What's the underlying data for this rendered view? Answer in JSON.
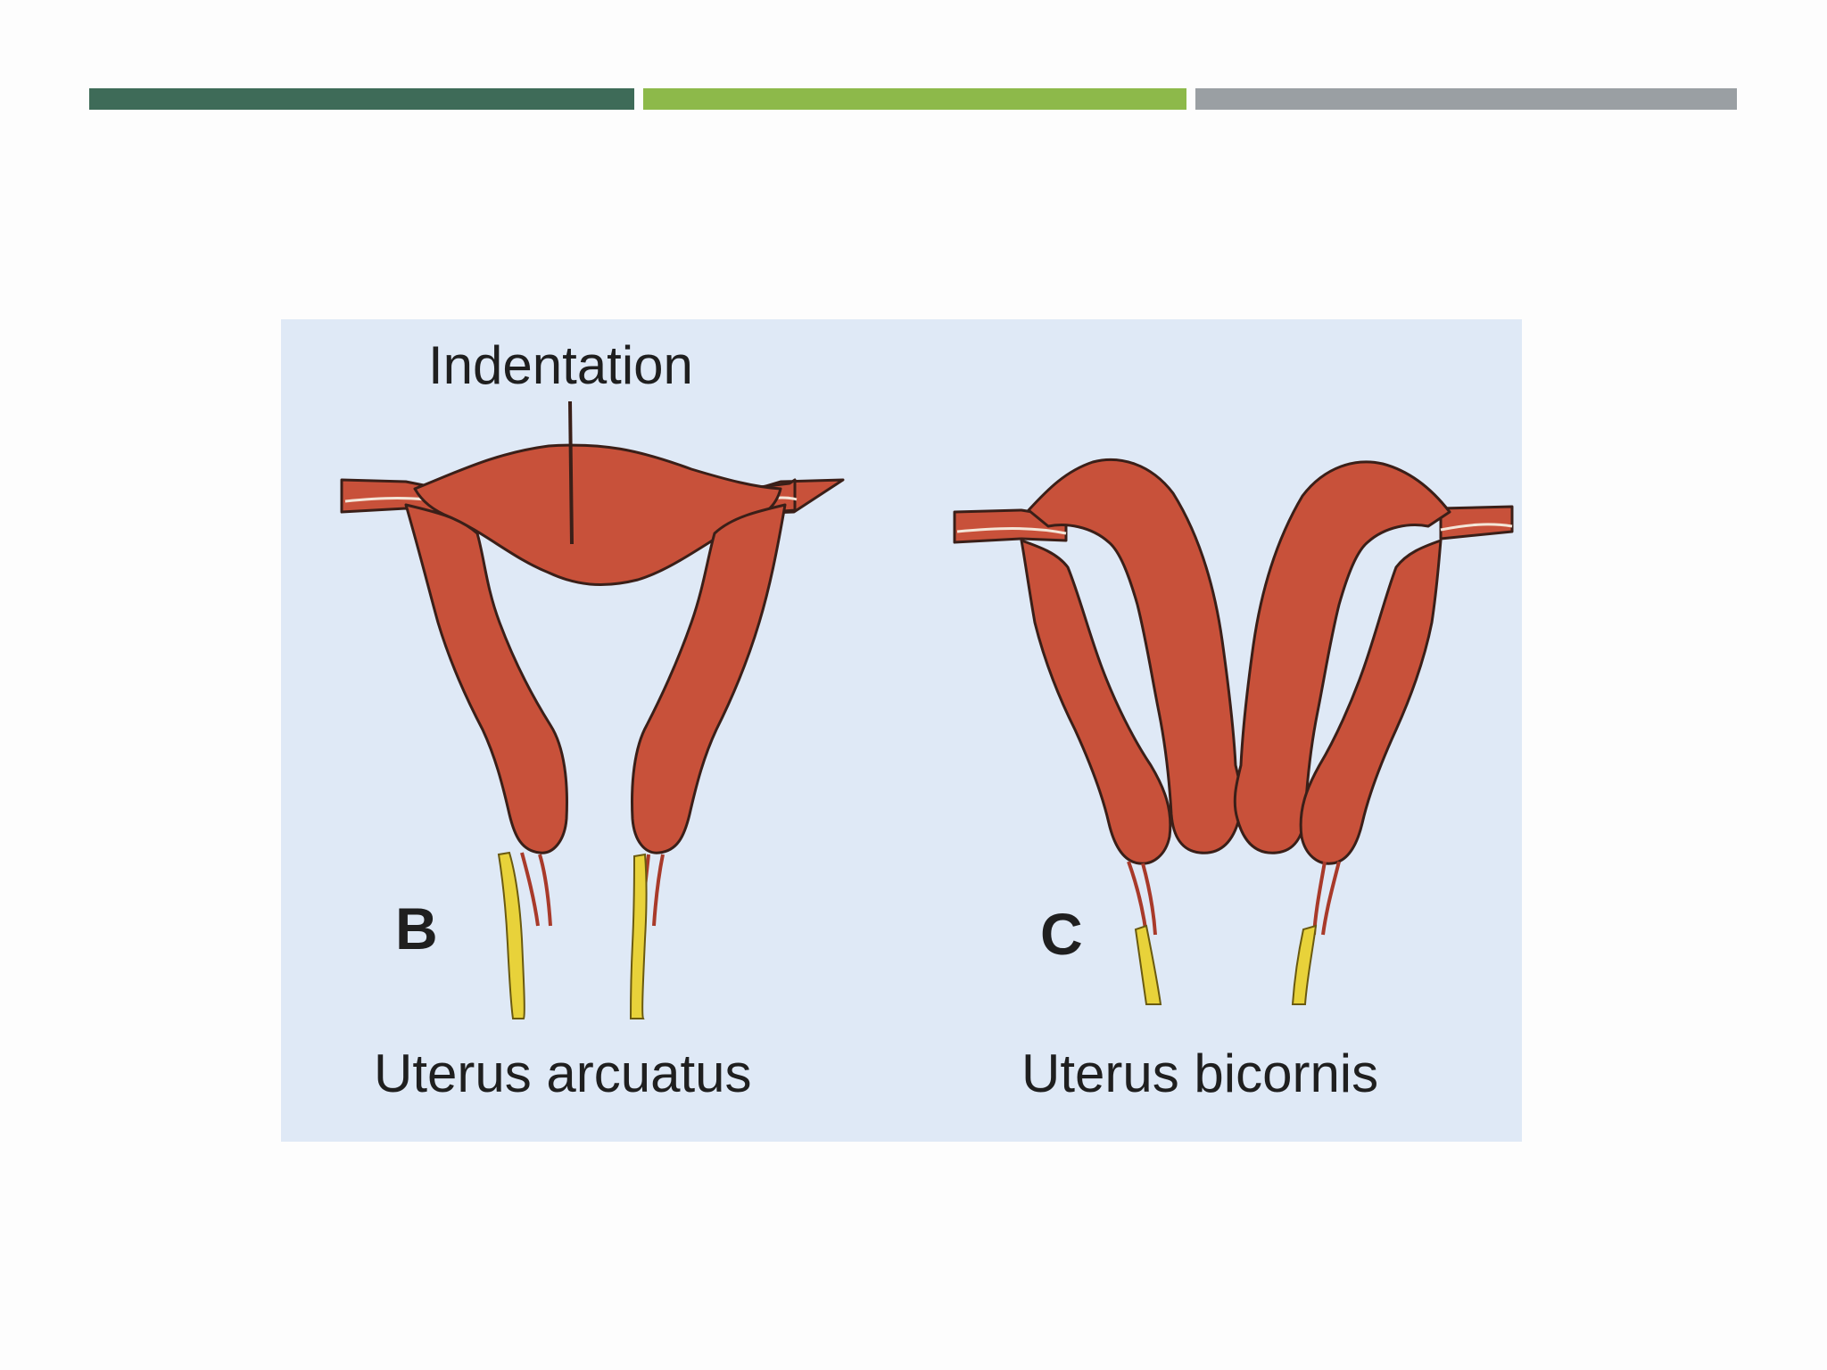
{
  "colors": {
    "bar_1": "#3e6b58",
    "bar_2": "#8db94a",
    "bar_3": "#9a9fa3",
    "figure_background": "#dfe9f6",
    "tissue": "#c8513a",
    "tissue_outline": "#3a1f18",
    "ureter": "#e8d23a"
  },
  "figure": {
    "indentation_label": "Indentation",
    "left_panel": {
      "letter": "B",
      "caption": "Uterus arcuatus"
    },
    "right_panel": {
      "letter": "C",
      "caption": "Uterus bicornis"
    }
  }
}
